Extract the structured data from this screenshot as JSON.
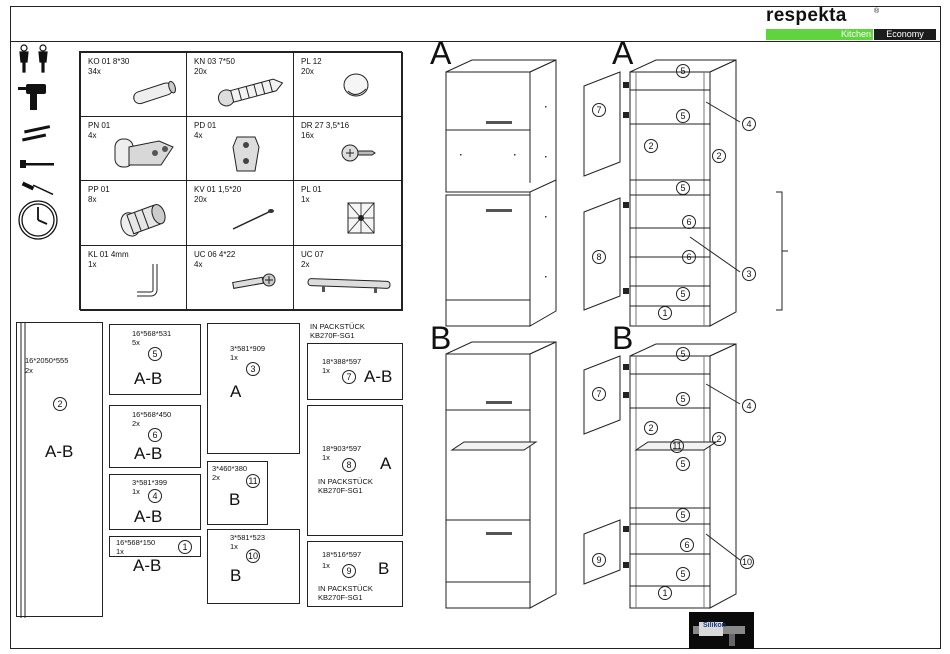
{
  "brand": {
    "name": "respekta",
    "reg": "®",
    "left": "Kitchen",
    "right": "Economy"
  },
  "hardware": [
    {
      "code": "KO 01  8*30",
      "qty": "34x",
      "icon": "dowel-icon"
    },
    {
      "code": "KN 03  7*50",
      "qty": "20x",
      "icon": "wall-plug-icon"
    },
    {
      "code": "PL 12",
      "qty": "20x",
      "icon": "cover-cap-icon"
    },
    {
      "code": "PN 01",
      "qty": "4x",
      "icon": "hinge-icon"
    },
    {
      "code": "PD 01",
      "qty": "4x",
      "icon": "hinge-plate-icon"
    },
    {
      "code": "DR 27  3,5*16",
      "qty": "16x",
      "icon": "screw-icon"
    },
    {
      "code": "PP 01",
      "qty": "8x",
      "icon": "adjustable-foot-icon"
    },
    {
      "code": "KV 01  1,5*20",
      "qty": "20x",
      "icon": "nail-icon"
    },
    {
      "code": "PL 01",
      "qty": "1x",
      "icon": "wall-bracket-icon"
    },
    {
      "code": "KL 01  4mm",
      "qty": "1x",
      "icon": "allen-key-icon"
    },
    {
      "code": "UC 06  4*22",
      "qty": "4x",
      "icon": "handle-screw-icon"
    },
    {
      "code": "UC 07",
      "qty": "2x",
      "icon": "handle-icon"
    }
  ],
  "panels": {
    "p2": {
      "dim": "16*2050*555",
      "qty": "2x",
      "num": "2",
      "label": "A-B"
    },
    "p5": {
      "dim": "16*568*531",
      "qty": "5x",
      "num": "5",
      "label": "A-B"
    },
    "p6": {
      "dim": "16*568*450",
      "qty": "2x",
      "num": "6",
      "label": "A-B"
    },
    "p4": {
      "dim": "3*581*399",
      "qty": "1x",
      "num": "4",
      "label": "A-B"
    },
    "p1": {
      "dim": "16*568*150",
      "qty": "1x",
      "num": "1",
      "label": "A-B"
    },
    "p3": {
      "dim": "3*581*909",
      "qty": "1x",
      "num": "3",
      "label": "A"
    },
    "p11": {
      "dim": "3*460*380",
      "qty": "2x",
      "num": "11",
      "label": "B"
    },
    "p10": {
      "dim": "3*581*523",
      "qty": "1x",
      "num": "10",
      "label": "B"
    },
    "p7": {
      "dim": "18*388*597",
      "qty": "1x",
      "num": "7",
      "label": "A-B"
    },
    "p8": {
      "dim": "18*903*597",
      "qty": "1x",
      "num": "8",
      "label": "A"
    },
    "p9": {
      "dim": "18*516*597",
      "qty": "1x",
      "num": "9",
      "label": "B"
    }
  },
  "pack_notes": {
    "top": [
      "IN PACKSTÜCK",
      "KB270F-SG1"
    ],
    "p8": [
      "IN PACKSTÜCK",
      "KB270F-SG1"
    ],
    "p9": [
      "IN PACKSTÜCK",
      "KB270F-SG1"
    ]
  },
  "variants": {
    "a": "A",
    "b": "B"
  },
  "diagram_a_nums": [
    "5",
    "4",
    "5",
    "2",
    "2",
    "5",
    "6",
    "6",
    "3",
    "5",
    "1",
    "7",
    "8"
  ],
  "diagram_b_nums": [
    "5",
    "4",
    "5",
    "2",
    "2",
    "11",
    "5",
    "5",
    "6",
    "10",
    "5",
    "1",
    "7",
    "9"
  ],
  "photo_label": "Silikon"
}
